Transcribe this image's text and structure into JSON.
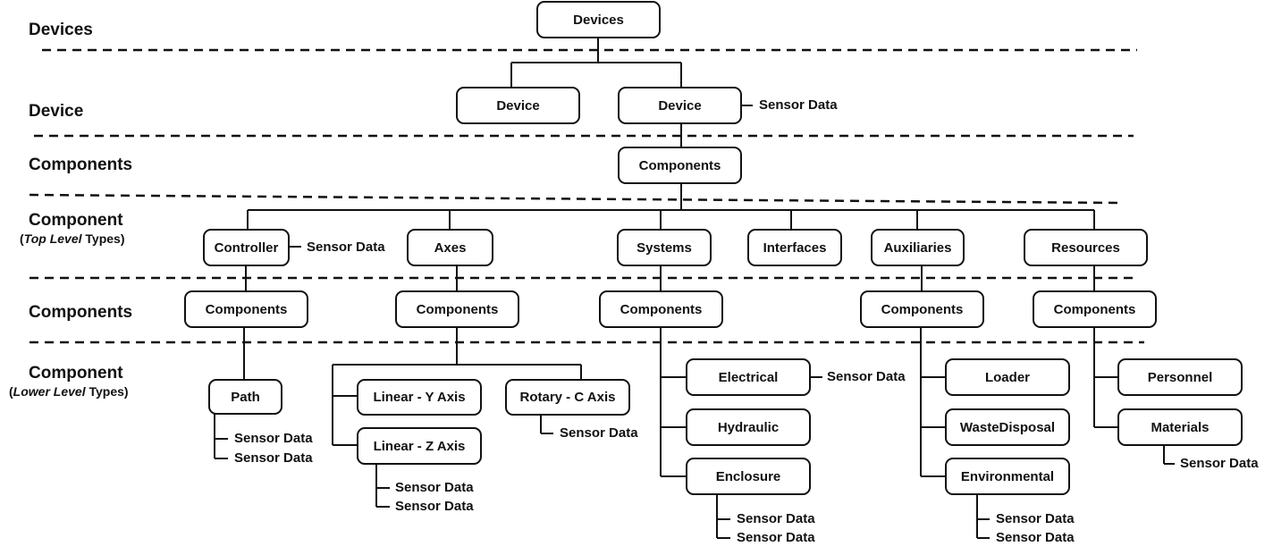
{
  "levels": {
    "devices": "Devices",
    "device": "Device",
    "components_1": "Components",
    "component_top": "Component",
    "component_top_sub_a": "(",
    "component_top_sub_em": "Top Level",
    "component_top_sub_b": " Types)",
    "components_2": "Components",
    "component_lower": "Component",
    "component_lower_sub_a": "(",
    "component_lower_sub_em": "Lower Level",
    "component_lower_sub_b": " Types)"
  },
  "nodes": {
    "devices": "Devices",
    "device_1": "Device",
    "device_2": "Device",
    "components_root": "Components",
    "controller": "Controller",
    "axes": "Axes",
    "systems": "Systems",
    "interfaces": "Interfaces",
    "auxiliaries": "Auxiliaries",
    "resources": "Resources",
    "controller_components": "Components",
    "axes_components": "Components",
    "systems_components": "Components",
    "auxiliaries_components": "Components",
    "resources_components": "Components",
    "path": "Path",
    "linear_y": "Linear - Y Axis",
    "linear_z": "Linear - Z Axis",
    "rotary_c": "Rotary - C Axis",
    "electrical": "Electrical",
    "hydraulic": "Hydraulic",
    "enclosure": "Enclosure",
    "loader": "Loader",
    "waste_disposal": "WasteDisposal",
    "environmental": "Environmental",
    "personnel": "Personnel",
    "materials": "Materials"
  },
  "sensor_data": {
    "device": "Sensor Data",
    "controller": "Sensor Data",
    "path_1": "Sensor Data",
    "path_2": "Sensor Data",
    "linear_z_1": "Sensor Data",
    "linear_z_2": "Sensor Data",
    "rotary_c": "Sensor Data",
    "electrical": "Sensor Data",
    "enclosure_1": "Sensor Data",
    "enclosure_2": "Sensor Data",
    "environmental_1": "Sensor Data",
    "environmental_2": "Sensor Data",
    "materials": "Sensor Data"
  }
}
